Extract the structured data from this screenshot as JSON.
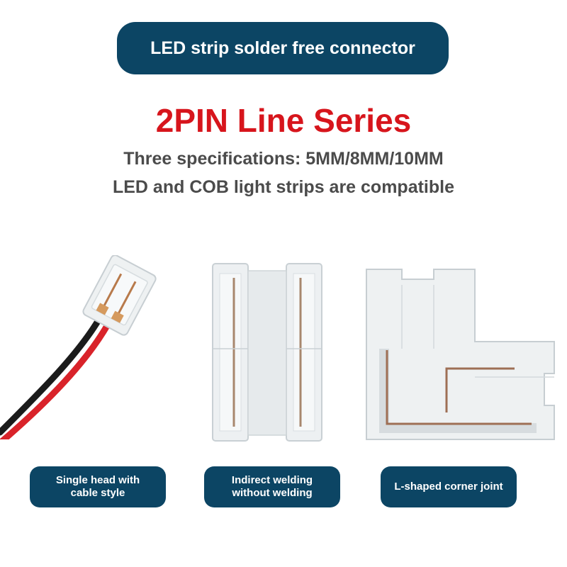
{
  "header": {
    "banner_text": "LED strip solder free connector",
    "series_title": "2PIN Line Series",
    "spec_line_1": "Three specifications: 5MM/8MM/10MM",
    "spec_line_2": "LED and COB light strips are compatible"
  },
  "products": [
    {
      "label": "Single head with\ncable style",
      "icon": "single-head-cable-connector"
    },
    {
      "label": "Indirect welding\nwithout welding",
      "icon": "straight-strip-connector"
    },
    {
      "label": "L-shaped corner joint",
      "icon": "l-shaped-corner-connector"
    }
  ],
  "colors": {
    "banner_bg": "#0c4564",
    "title_red": "#d7151c",
    "spec_gray": "#4b4b4b",
    "label_bg": "#0c4564"
  }
}
